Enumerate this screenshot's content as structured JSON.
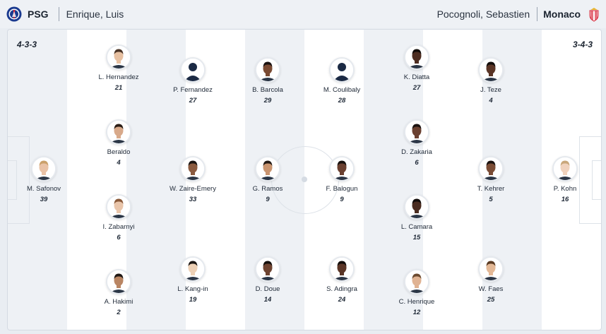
{
  "home": {
    "team": "PSG",
    "coach": "Enrique, Luis",
    "formation": "4-3-3",
    "crest_color": "#1a3a8f"
  },
  "away": {
    "team": "Monaco",
    "coach": "Pocognoli, Sebastien",
    "formation": "3-4-3",
    "crest_color": "#d72638"
  },
  "players": [
    {
      "name": "M. Safonov",
      "number": "39",
      "skin": "#e9c2a6",
      "hair": "#caa06a"
    },
    {
      "name": "L. Hernandez",
      "number": "21",
      "skin": "#e7c0a1",
      "hair": "#4a3426"
    },
    {
      "name": "Beraldo",
      "number": "4",
      "skin": "#d8a98a",
      "hair": "#2a1d16"
    },
    {
      "name": "I. Zabarnyi",
      "number": "6",
      "skin": "#e9c5aa",
      "hair": "#8a5a3a"
    },
    {
      "name": "A. Hakimi",
      "number": "2",
      "skin": "#b98563",
      "hair": "#1e1714"
    },
    {
      "name": "P. Fernandez",
      "number": "27",
      "skin": "silhouette",
      "hair": "#1b2a44"
    },
    {
      "name": "W. Zaire-Emery",
      "number": "33",
      "skin": "#8a5a3f",
      "hair": "#1a1412"
    },
    {
      "name": "L. Kang-in",
      "number": "19",
      "skin": "#edd0b5",
      "hair": "#1c1714"
    },
    {
      "name": "B. Barcola",
      "number": "29",
      "skin": "#7a4a32",
      "hair": "#1a1210"
    },
    {
      "name": "G. Ramos",
      "number": "9",
      "skin": "#c9946f",
      "hair": "#231a15"
    },
    {
      "name": "D. Doue",
      "number": "14",
      "skin": "#6e4330",
      "hair": "#15100d"
    },
    {
      "name": "M. Coulibaly",
      "number": "28",
      "skin": "silhouette",
      "hair": "#1b2a44"
    },
    {
      "name": "F. Balogun",
      "number": "9",
      "skin": "#6a4030",
      "hair": "#17110e"
    },
    {
      "name": "S. Adingra",
      "number": "24",
      "skin": "#5a3526",
      "hair": "#120d0b"
    },
    {
      "name": "K. Diatta",
      "number": "27",
      "skin": "#4e2e22",
      "hair": "#120d0b"
    },
    {
      "name": "D. Zakaria",
      "number": "6",
      "skin": "#6a4030",
      "hair": "#1a1210"
    },
    {
      "name": "L. Camara",
      "number": "15",
      "skin": "#4a2c20",
      "hair": "#110c0a"
    },
    {
      "name": "C. Henrique",
      "number": "12",
      "skin": "#e0b393",
      "hair": "#6b4a30"
    },
    {
      "name": "J. Teze",
      "number": "4",
      "skin": "#5a3526",
      "hair": "#120d0b"
    },
    {
      "name": "T. Kehrer",
      "number": "5",
      "skin": "#7a4c35",
      "hair": "#1a1210"
    },
    {
      "name": "W. Faes",
      "number": "25",
      "skin": "#e3b896",
      "hair": "#5a3a22"
    },
    {
      "name": "P. Kohn",
      "number": "16",
      "skin": "#f0d2bd",
      "hair": "#c9a77a"
    }
  ]
}
